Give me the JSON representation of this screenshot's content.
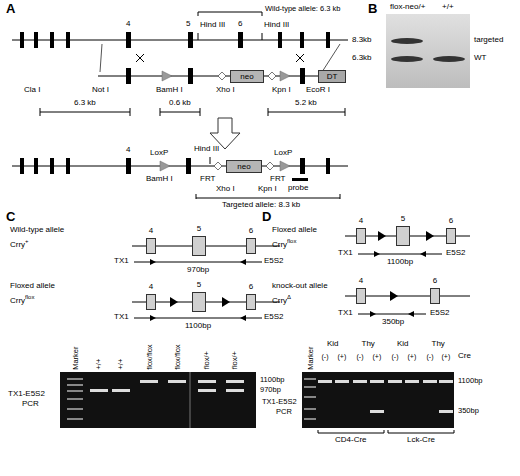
{
  "diagram": {
    "nodes": [
      {
        "text": [
          "neo"
        ]
      },
      {
        "text": [
          "DT"
        ]
      },
      {
        "text": [
          "neo"
        ]
      },
      {
        "text": [
          "4"
        ]
      },
      {
        "text": [
          "5"
        ]
      },
      {
        "text": [
          "6"
        ]
      },
      {
        "text": [
          "4"
        ]
      },
      {
        "text": [
          "5"
        ]
      },
      {
        "text": [
          "6"
        ]
      },
      {
        "text": [
          "4"
        ]
      },
      {
        "text": [
          "5"
        ]
      },
      {
        "text": [
          "6"
        ]
      },
      {
        "text": [
          "4"
        ]
      },
      {
        "text": [
          "6"
        ]
      }
    ],
    "labels": [
      "A",
      "4",
      "5",
      "Hind III",
      "6",
      "Hind III",
      "Wild-type allele: 6.3 kb",
      "Cla I",
      "Not I",
      "BamH I",
      "Xho I",
      "Kpn I",
      "EcoR I",
      "6.3 kb",
      "0.6 kb",
      "5.2 kb",
      "4",
      "LoxP",
      "Hind III",
      "LoxP",
      "BamH I",
      "FRT",
      "Xho I",
      "FRT",
      "Kpn I",
      "probe",
      "Targeted allele: 8.3 kb",
      "B",
      "flox-neo/+",
      "+/+",
      "8.3kb",
      "6.3kb",
      "targeted",
      "WT",
      "C",
      "Wild-type allele",
      "Crry",
      "+",
      "TX1",
      "E5S2",
      "970bp",
      "Floxed allele",
      "Crry",
      "flox",
      "TX1",
      "E5S2",
      "1100bp",
      "Marker",
      "+/+",
      "+/+",
      "flox/flox",
      "flox/flox",
      "flox/+",
      "flox/+",
      "TX1-E5S2",
      "PCR",
      "1100bp",
      "970bp",
      "D",
      "Floxed allele",
      "Crry",
      "flox",
      "TX1",
      "E5S2",
      "1100bp",
      "knock-out allele",
      "Crry",
      "Δ",
      "TX1",
      "E5S2",
      "350bp",
      "Marker",
      "Kid",
      "Thy",
      "Kid",
      "Thy",
      "(-)",
      "(+)",
      "(-)",
      "(+)",
      "(-)",
      "(+)",
      "(-)",
      "(+)",
      "Cre",
      "1100bp",
      "350bp",
      "TX1-E5S2",
      "PCR",
      "CD4-Cre",
      "Lck-Cre"
    ]
  }
}
